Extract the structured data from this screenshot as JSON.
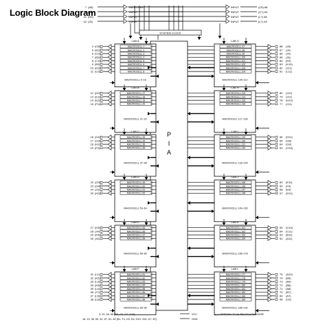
{
  "title": "Logic Block Diagram",
  "top_inputs_left": [
    {
      "pin": "7",
      "loc": "(A5)",
      "label": "INPUT/CLK"
    },
    {
      "pin": "8",
      "loc": "(A6)",
      "label": "INPUT"
    },
    {
      "pin": "41",
      "loc": "(H5)",
      "label": "INPUT"
    },
    {
      "pin": "42",
      "loc": "(J5)",
      "label": "INPUT"
    }
  ],
  "top_inputs_right": [
    {
      "pin": "(C8) 88",
      "label": "INPUT"
    },
    {
      "pin": "(C7) 63",
      "label": "INPUT"
    },
    {
      "pin": "(L7) 86",
      "label": "INPUT"
    },
    {
      "pin": "(L7) 63",
      "label": "INPUT"
    }
  ],
  "system_clock": "SYSTEM CLOCK",
  "pia_letters": [
    "P",
    "I",
    "A"
  ],
  "labs_left": [
    {
      "name": "LAB A",
      "cells": [
        "MACROCELL 1",
        "MACROCELL 2",
        "MACROCELL 3",
        "MACROCELL 4",
        "MACROCELL 5",
        "MACROCELL 6",
        "MACROCELL 7",
        "MACROCELL 8"
      ],
      "range": "MACROCELL 9–16",
      "pins": [
        [
          "4",
          "(C8)"
        ],
        [
          "5",
          "(B1)"
        ],
        [
          "6",
          "(C2)"
        ],
        [
          "7",
          "(B2)"
        ],
        [
          "8",
          "(C1)"
        ],
        [
          "9",
          "(B3)"
        ],
        [
          "10",
          "(D3)"
        ],
        [
          "11",
          "(C3)"
        ]
      ]
    },
    {
      "name": "LAB B",
      "cells": [
        "MACROCELL 17",
        "MACROCELL 18",
        "MACROCELL 19",
        "MACROCELL 20"
      ],
      "range": "MACROCELL 21–32",
      "pins": [
        [
          "12",
          "(D2)"
        ],
        [
          "13",
          "(E1)"
        ],
        [
          "14",
          "(E2)"
        ],
        [
          "15",
          "(F1)"
        ]
      ]
    },
    {
      "name": "LAB C",
      "cells": [
        "MACROCELL 33",
        "MACROCELL 34",
        "MACROCELL 35",
        "MACROCELL 36"
      ],
      "range": "MACROCELL 37–48",
      "pins": [
        [
          "16",
          "(G1)"
        ],
        [
          "17",
          "(G2)"
        ],
        [
          "18",
          "(H1)"
        ],
        [
          "19",
          "(F2)"
        ]
      ]
    },
    {
      "name": "LAB D",
      "cells": [
        "MACROCELL 49",
        "MACROCELL 50",
        "MACROCELL 51",
        "MACROCELL 52"
      ],
      "range": "MACROCELL 53–64",
      "pins": [
        [
          "22",
          "(G3)"
        ],
        [
          "23",
          "(G4)"
        ],
        [
          "24",
          "(J3)"
        ],
        [
          "25",
          "(H2)"
        ]
      ]
    },
    {
      "name": "LAB E",
      "cells": [
        "MACROCELL 65",
        "MACROCELL 66",
        "MACROCELL 67",
        "MACROCELL 68"
      ],
      "range": "MACROCELL 69–80",
      "pins": [
        [
          "27",
          "(K3)"
        ],
        [
          "28",
          "(J4)"
        ],
        [
          "29",
          "(K4)"
        ],
        [
          "30",
          "(J6)"
        ]
      ]
    },
    {
      "name": "LAB F",
      "cells": [
        "MACROCELL 81",
        "MACROCELL 82",
        "MACROCELL 83",
        "MACROCELL 84",
        "MACROCELL 85",
        "MACROCELL 86",
        "MACROCELL 87",
        "MACROCELL 88"
      ],
      "range": "MACROCELL 89–96",
      "pins": [
        [
          "31",
          "(L1)"
        ],
        [
          "32",
          "(K2)"
        ],
        [
          "33",
          "(L3)"
        ],
        [
          "34",
          "(K5)"
        ],
        [
          "35",
          "(L4)"
        ],
        [
          "36",
          "(J7)"
        ],
        [
          "37",
          "(L5)"
        ],
        [
          "38",
          "(L6)"
        ]
      ]
    }
  ],
  "labs_right": [
    {
      "name": "LAB G",
      "cells": [
        "MACROCELL 97",
        "MACROCELL 98",
        "MACROCELL 99",
        "MACROCELL 100",
        "MACROCELL 101",
        "MACROCELL 102",
        "MACROCELL 103",
        "MACROCELL 104"
      ],
      "range": "MACROCELL 105–112",
      "pins": [
        [
          "88",
          "(J8)"
        ],
        [
          "87",
          "(J4)"
        ],
        [
          "86",
          "(J5)"
        ],
        [
          "85",
          "(J6)"
        ],
        [
          "84",
          "(K9)"
        ],
        [
          "83",
          "(K10)"
        ],
        [
          "82",
          "(J11)"
        ],
        [
          "81",
          "(L11)"
        ]
      ]
    },
    {
      "name": "LAB H",
      "cells": [
        "MACROCELL 113",
        "MACROCELL 114",
        "MACROCELL 115",
        "MACROCELL 116"
      ],
      "range": "MACROCELL 117–128",
      "pins": [
        [
          "80",
          "(J10)"
        ],
        [
          "79",
          "(J11)"
        ],
        [
          "78",
          "(H10)"
        ],
        [
          "77",
          "(J11)"
        ]
      ]
    },
    {
      "name": "LAB I",
      "cells": [
        "MACROCELL 129",
        "MACROCELL 130",
        "MACROCELL 131",
        "MACROCELL 132"
      ],
      "range": "MACROCELL 133–144",
      "pins": [
        [
          "66",
          "(H11)"
        ],
        [
          "65",
          "(G8)"
        ],
        [
          "64",
          "(G9)"
        ],
        [
          "63",
          "(G10)"
        ]
      ]
    },
    {
      "name": "LAB J",
      "cells": [
        "MACROCELL 145",
        "MACROCELL 146",
        "MACROCELL 147",
        "MACROCELL 148"
      ],
      "range": "MACROCELL 149–160",
      "pins": [
        [
          "60",
          "(E11)"
        ],
        [
          "59",
          "(F9)"
        ],
        [
          "58",
          "(E9)"
        ],
        [
          "57",
          "(D11)"
        ]
      ]
    },
    {
      "name": "LAB K",
      "cells": [
        "MACROCELL 161",
        "MACROCELL 162",
        "MACROCELL 163",
        "MACROCELL 164"
      ],
      "range": "MACROCELL 165–176",
      "pins": [
        [
          "55",
          "(C10)"
        ],
        [
          "54",
          "(C11)"
        ],
        [
          "53",
          "(B11)"
        ],
        [
          "52",
          "(A11)"
        ]
      ]
    },
    {
      "name": "LAB L",
      "cells": [
        "MACROCELL 177",
        "MACROCELL 178",
        "MACROCELL 179",
        "MACROCELL 180",
        "MACROCELL 181",
        "MACROCELL 182",
        "MACROCELL 183",
        "MACROCELL 184"
      ],
      "range": "MACROCELL 185–192",
      "pins": [
        [
          "75",
          "(A10)"
        ],
        [
          "74",
          "(B9)"
        ],
        [
          "73",
          "(A9)"
        ],
        [
          "72",
          "(B8)"
        ],
        [
          "71",
          "(A8)"
        ],
        [
          "70",
          "(B7)"
        ],
        [
          "69",
          "(A7)"
        ],
        [
          "68",
          "(C6)"
        ]
      ]
    }
  ],
  "footer_vcc_pins": "3, 20, 46, 66 (B5, G2, G7, E10)",
  "footer_gnd_pins": "18, 19, 38, 60, 61, 67, 81, 82 (B1, F1, K5, K6, G10, G11, A7, B7)",
  "footer_vcc_label": "VCC",
  "footer_gnd_label": "GND",
  "footer_note": "( ) = PERTAIN TO 84-PIN PGA PACKAGE"
}
